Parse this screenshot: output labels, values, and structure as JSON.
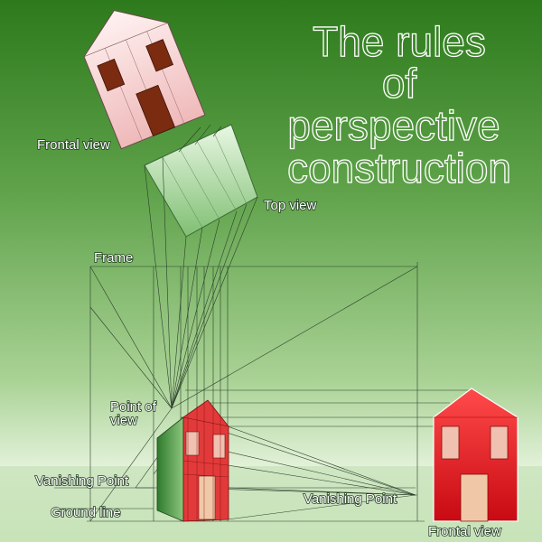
{
  "title": {
    "line1": "The rules",
    "line2": "of",
    "line3": "perspective",
    "line4": "construction"
  },
  "labels": {
    "frontal_view_top": "Frontal view",
    "top_view": "Top view",
    "frame": "Frame",
    "point_of_view_1": "Point of",
    "point_of_view_2": "view",
    "vanishing_point_left": "Vanishing Point",
    "vanishing_point_right": "Vanishing Point",
    "ground_line": "Ground line",
    "frontal_view_bottom": "Frontal view"
  },
  "colors": {
    "background_top": "#2e7d1e",
    "background_bottom": "#e6f3dc",
    "house_pink": "#f7d3d3",
    "house_red": "#e8101a",
    "perspective_red": "#e03a3a",
    "perspective_side_green": "#3f8f3a",
    "window_brown": "#7a2b10",
    "window_light": "#f0c8a8",
    "top_view_green": "#bfe3b8"
  }
}
